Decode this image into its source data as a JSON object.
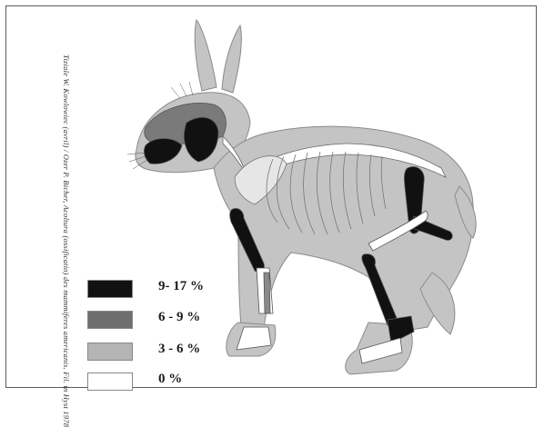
{
  "side_text": "Tiziale W. Kowlowiec (avril) / Ozer P. Bicher, Acoltura (ossificatio) des mammiferes americanis. Fil. in Hyst 1978",
  "legend": [
    {
      "label": "9- 17 %",
      "color": "#111111"
    },
    {
      "label": "6 - 9 %",
      "color": "#6e6e6e"
    },
    {
      "label": "3 - 6 %",
      "color": "#b4b4b4"
    },
    {
      "label": "0 %",
      "color": "#ffffff"
    }
  ]
}
